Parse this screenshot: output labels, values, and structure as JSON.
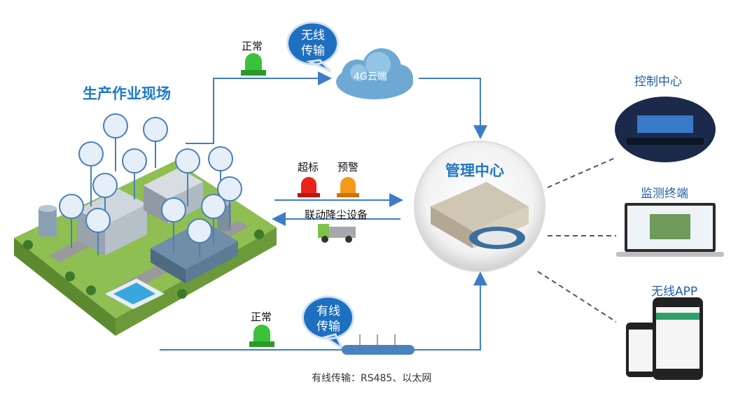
{
  "site": {
    "title": "生产作业现场"
  },
  "wireless": {
    "bubble_line1": "无线",
    "bubble_line2": "传输",
    "status": "正常"
  },
  "cloud": {
    "label": "4G云端"
  },
  "center": {
    "title": "管理中心"
  },
  "alerts": {
    "over_limit": "超标",
    "warning": "预警",
    "linkage": "联动降尘设备"
  },
  "wired": {
    "bubble_line1": "有线",
    "bubble_line2": "传输",
    "status": "正常",
    "caption": "有线传输：RS485、以太网"
  },
  "terminals": {
    "control": "控制中心",
    "monitor": "监测终端",
    "app": "无线APP"
  },
  "colors": {
    "accent_blue": "#1f78c8",
    "line_blue": "#3d7cc9",
    "bubble": "#1e6fbf",
    "light_green": "#3cc13b",
    "alarm_red": "#e8241c",
    "alarm_orange": "#f59a1b"
  }
}
